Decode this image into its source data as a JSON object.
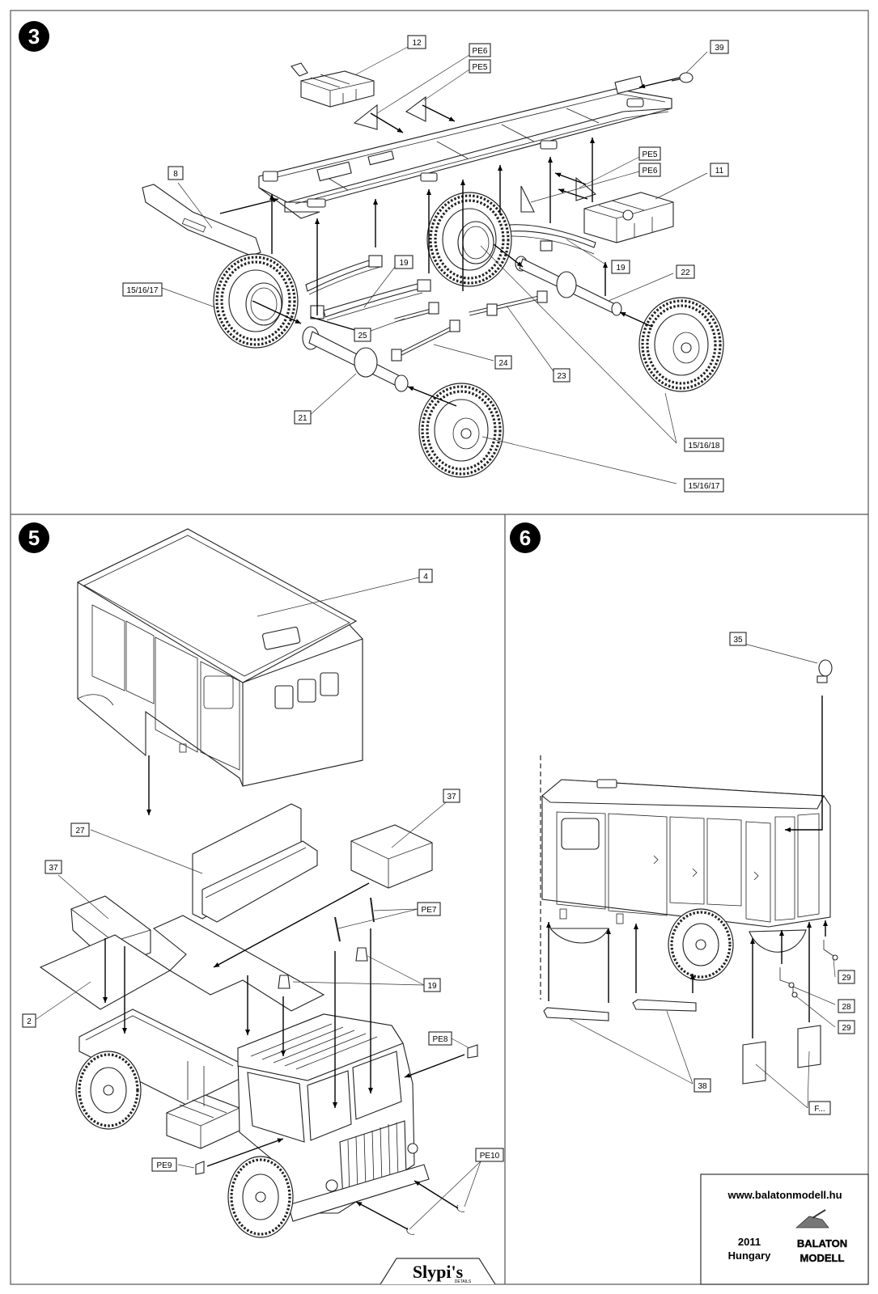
{
  "steps": [
    {
      "number": "3"
    },
    {
      "number": "5"
    },
    {
      "number": "6"
    }
  ],
  "step3": {
    "labels": {
      "p12": "12",
      "pe6a": "PE6",
      "pe5a": "PE5",
      "p39": "39",
      "pe5b": "PE5",
      "pe6b": "PE6",
      "p11": "11",
      "p8": "8",
      "p19a": "19",
      "p19b": "19",
      "p22": "22",
      "p151617a": "15/16/17",
      "p25": "25",
      "p24": "24",
      "p23": "23",
      "p21": "21",
      "p151618": "15/16/18",
      "p151617b": "15/16/17"
    }
  },
  "step5": {
    "labels": {
      "p4": "4",
      "p37a": "37",
      "p27": "27",
      "p37b": "37",
      "pe7": "PE7",
      "p2": "2",
      "p19": "19",
      "pe8": "PE8",
      "pe9": "PE9",
      "pe10": "PE10"
    }
  },
  "step6": {
    "labels": {
      "p35": "35",
      "p29a": "29",
      "p28": "28",
      "p29b": "29",
      "p38": "38",
      "pf": "F..."
    }
  },
  "footer": {
    "website": "www.balatonmodell.hu",
    "year": "2011",
    "country": "Hungary",
    "logo_text_1": "BALATON",
    "logo_text_2": "MODELL",
    "brand": "Slypi's",
    "brand_sub": "DETAILS"
  }
}
